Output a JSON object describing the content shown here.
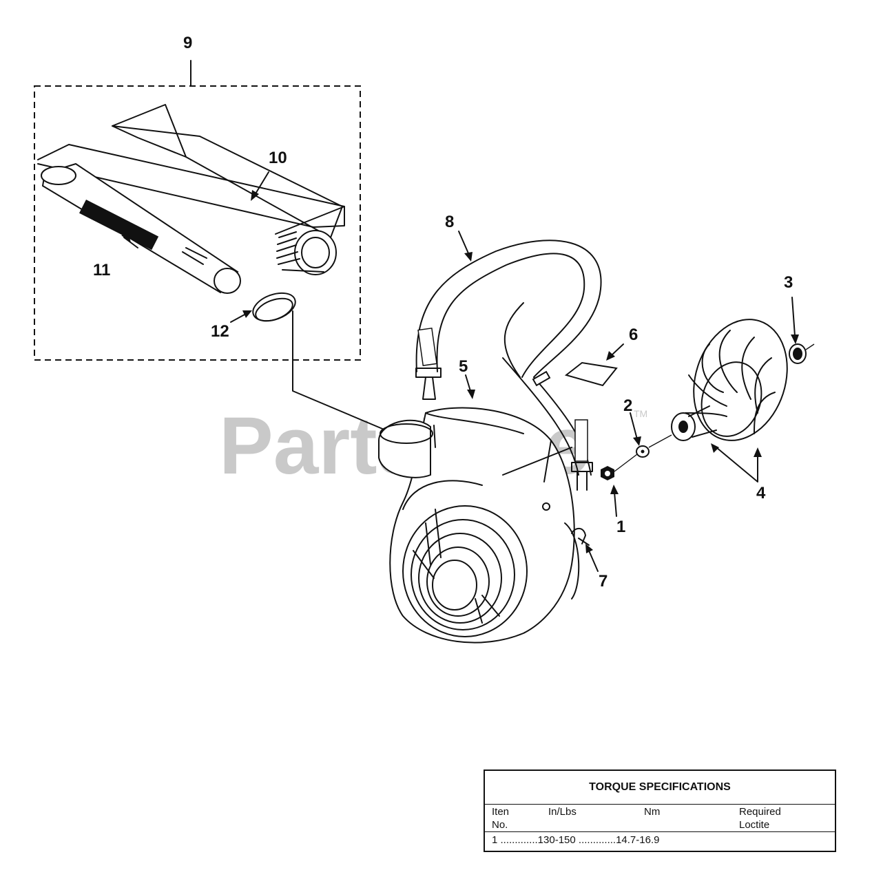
{
  "diagram": {
    "callouts": {
      "c1": "1",
      "c2": "2",
      "c3": "3",
      "c4": "4",
      "c5": "5",
      "c6": "6",
      "c7": "7",
      "c8": "8",
      "c9": "9",
      "c10": "10",
      "c11": "11",
      "c12": "12"
    },
    "watermark": "PartsTree",
    "watermark_tm": "TM"
  },
  "torque_table": {
    "title": "TORQUE SPECIFICATIONS",
    "headers": {
      "item_line1": "Iten",
      "item_line2": "No.",
      "inlbs": "In/Lbs",
      "nm": "Nm",
      "loctite_line1": "Required",
      "loctite_line2": "Loctite"
    },
    "rows": [
      {
        "text": "1 .............130-150 .............14.7-16.9"
      }
    ]
  }
}
